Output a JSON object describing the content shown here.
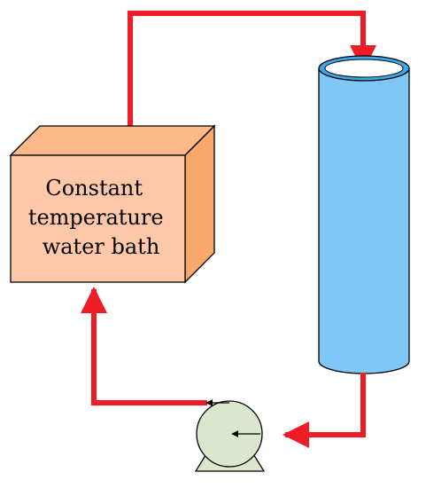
{
  "bath": {
    "label_lines": [
      "Constant",
      "temperature",
      "water bath"
    ]
  },
  "colors": {
    "pipe": "#ee1c24",
    "bath_front": "#fcc8a8",
    "bath_top": "#fbb98a",
    "bath_side": "#f7a86a",
    "column_body": "#7fc7f7",
    "column_top": "#3aa7ea",
    "pump_fill": "#d8e8cc",
    "outline": "#000000"
  },
  "components": {
    "bath": "water-bath-box",
    "column": "jacketed-column",
    "pump": "circulation-pump"
  }
}
